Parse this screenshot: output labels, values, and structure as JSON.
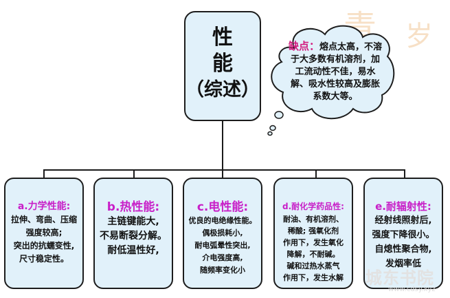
{
  "top": {
    "line1": "性",
    "line2": "能",
    "line3": "（综述）"
  },
  "cloud": {
    "keyword": "缺点：",
    "text": "熔点太高，不溶于大多数有机溶剂，加工流动性不佳，易水解、吸水性较高及膨胀系数大等。"
  },
  "cards": [
    {
      "title": "a.力学性能:",
      "body": "拉伸、弯曲、压缩\n强度较高;\n突出的抗蠕变性,\n尺寸稳定性。"
    },
    {
      "title": "b.热性能:",
      "body": "主链键能大,\n不易断裂分解。\n耐低温性好,"
    },
    {
      "title": "c.电性能:",
      "body": "优良的电绝缘性能。\n偶极损耗小,\n耐电弧晕性突出,\n介电强度高,\n随频率变化小"
    },
    {
      "title": "d.耐化学药品性:",
      "body": "耐油、有机溶剂、\n稀酸; 强氧化剂\n作用下，发生氧化\n降解，不耐碱。\n碱和过热水蒸气\n作用下，发生水解"
    },
    {
      "title": "e.耐辐射性:",
      "body": "经射线照射后,\n强度下降很小。\n自熄性聚合物,\n发烟率低"
    }
  ],
  "watermark": {
    "text": "城东书院",
    "url": "www.cdsy.xyz"
  }
}
